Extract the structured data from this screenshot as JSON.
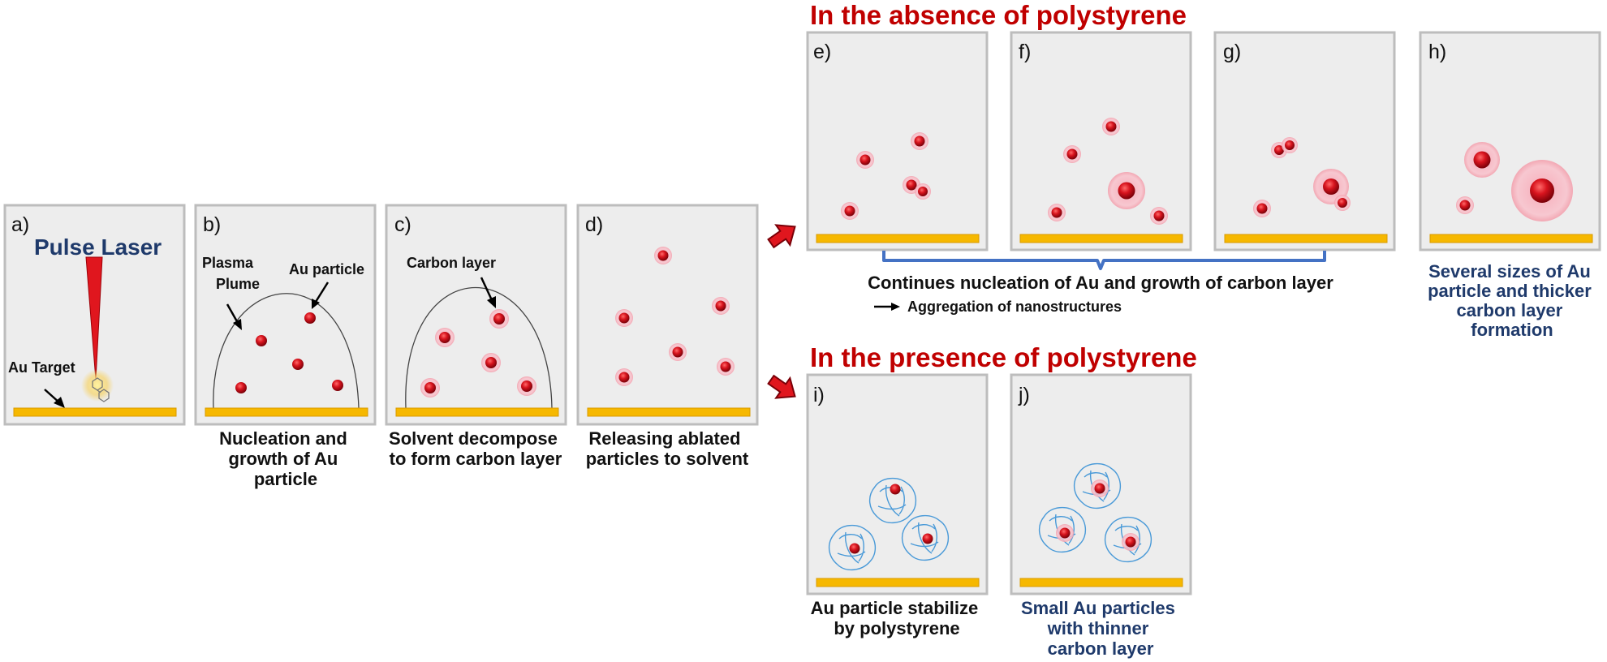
{
  "headings": {
    "absence": "In the absence of polystyrene",
    "presence": "In the presence of polystyrene"
  },
  "panels": {
    "a": "a)",
    "b": "b)",
    "c": "c)",
    "d": "d)",
    "e": "e)",
    "f": "f)",
    "g": "g)",
    "h": "h)",
    "i": "i)",
    "j": "j)"
  },
  "labels": {
    "pulse_laser": "Pulse Laser",
    "au_target": "Au Target",
    "plasma": "Plasma",
    "plume": "Plume",
    "au_particle": "Au particle",
    "carbon_layer": "Carbon layer"
  },
  "captions": {
    "b": [
      "Nucleation and",
      "growth of Au",
      "particle"
    ],
    "c": [
      "Solvent decompose",
      "to form carbon layer"
    ],
    "d": [
      "Releasing ablated",
      "particles to solvent"
    ],
    "efg_main": "Continues nucleation of Au and growth of carbon layer",
    "efg_sub": "Aggregation of nanostructures",
    "h": [
      "Several sizes of Au",
      "particle and thicker",
      "carbon layer",
      "formation"
    ],
    "i": [
      "Au particle stabilize",
      "by polystyrene"
    ],
    "j": [
      "Small Au particles",
      "with thinner",
      "carbon layer"
    ]
  },
  "colors": {
    "heading_red": "#c00000",
    "caption_blue": "#1f3a6b",
    "target_yellow": "#f6b800",
    "panel_bg": "#ededed",
    "polymer_blue": "#4a9ad8",
    "particle_red": "#c8101a",
    "halo_pink": "#f6a7b3"
  }
}
